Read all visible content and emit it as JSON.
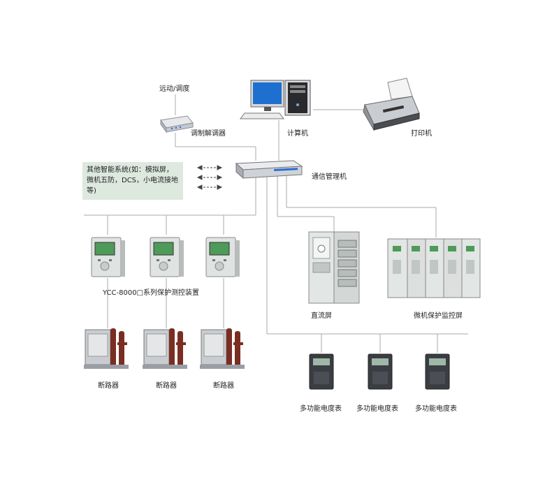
{
  "labels": {
    "remote": "远动/调度",
    "modem": "调制解调器",
    "computer": "计算机",
    "printer": "打印机",
    "comm_manager": "通信管理机",
    "other_systems": "其他智能系统(如：模拟屏，微机五防，DCS，小电流接地等)",
    "protection_device": "YCC-8000□系列保护测控装置",
    "breaker": "断路器",
    "dc_panel": "直流屏",
    "monitor_panel": "微机保护监控屏",
    "meter": "多功能电度表"
  },
  "colors": {
    "line": "#a8a8a8",
    "note_bg": "#dde8df",
    "monitor_screen": "#1e6fd0",
    "device_screen": "#4e9a58",
    "breaker_pole": "#7a2e22",
    "cabinet": "#e2e6e4"
  }
}
